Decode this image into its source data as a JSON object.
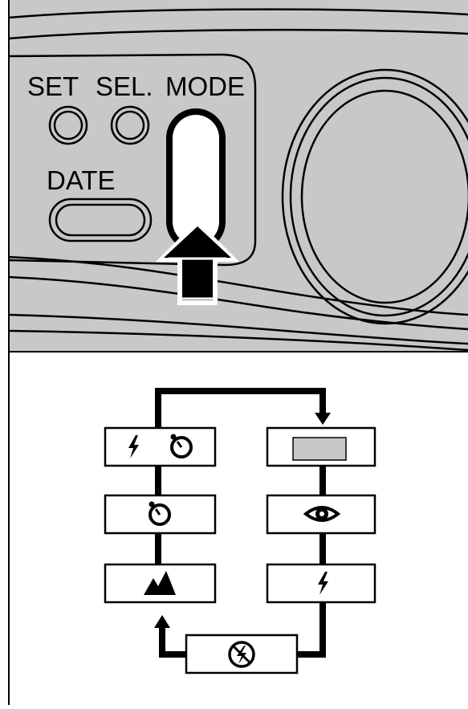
{
  "camera_panel": {
    "button_labels": {
      "set": "SET",
      "sel": "SEL.",
      "mode": "MODE",
      "date": "DATE"
    },
    "body_color": "#c8c8c8",
    "arrow_icon": "up-arrow-icon"
  },
  "mode_cycle": {
    "left_column_top_to_bottom": [
      "flash-selftimer-icon",
      "selftimer-icon",
      "landscape-icon"
    ],
    "right_column_top_to_bottom": [
      "blank-display-icon",
      "red-eye-icon",
      "flash-icon"
    ],
    "bottom_box": "flash-off-icon",
    "cycle_order": [
      "flash-off-icon",
      "landscape-icon",
      "selftimer-icon",
      "flash-selftimer-icon",
      "blank-display-icon",
      "red-eye-icon",
      "flash-icon"
    ]
  }
}
